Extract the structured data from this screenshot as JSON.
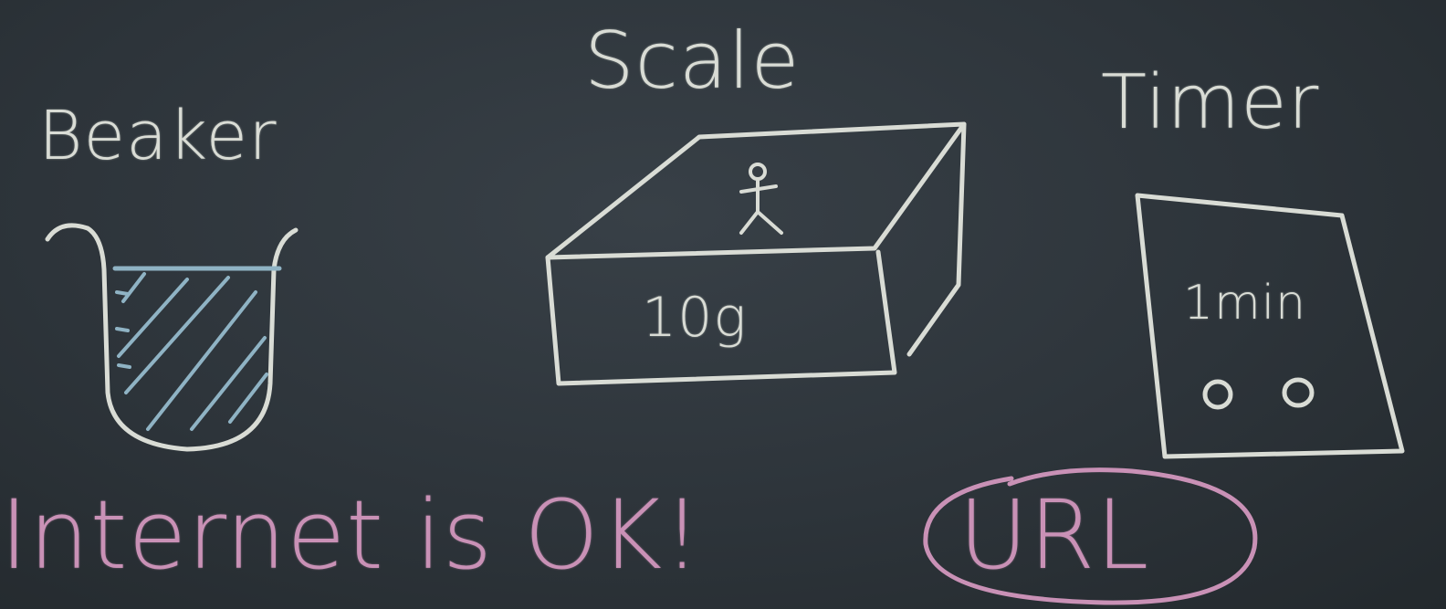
{
  "labels": {
    "beaker": "Beaker",
    "scale": "Scale",
    "timer": "Timer"
  },
  "scale": {
    "display": "10g"
  },
  "timer": {
    "display": "1min"
  },
  "message": {
    "text": "Internet is OK!",
    "circled": "URL"
  },
  "colors": {
    "board": "#2b3237",
    "chalk_white": "#d9dcd5",
    "chalk_pink": "#c991b6",
    "chalk_blue": "#8fb3c4"
  }
}
